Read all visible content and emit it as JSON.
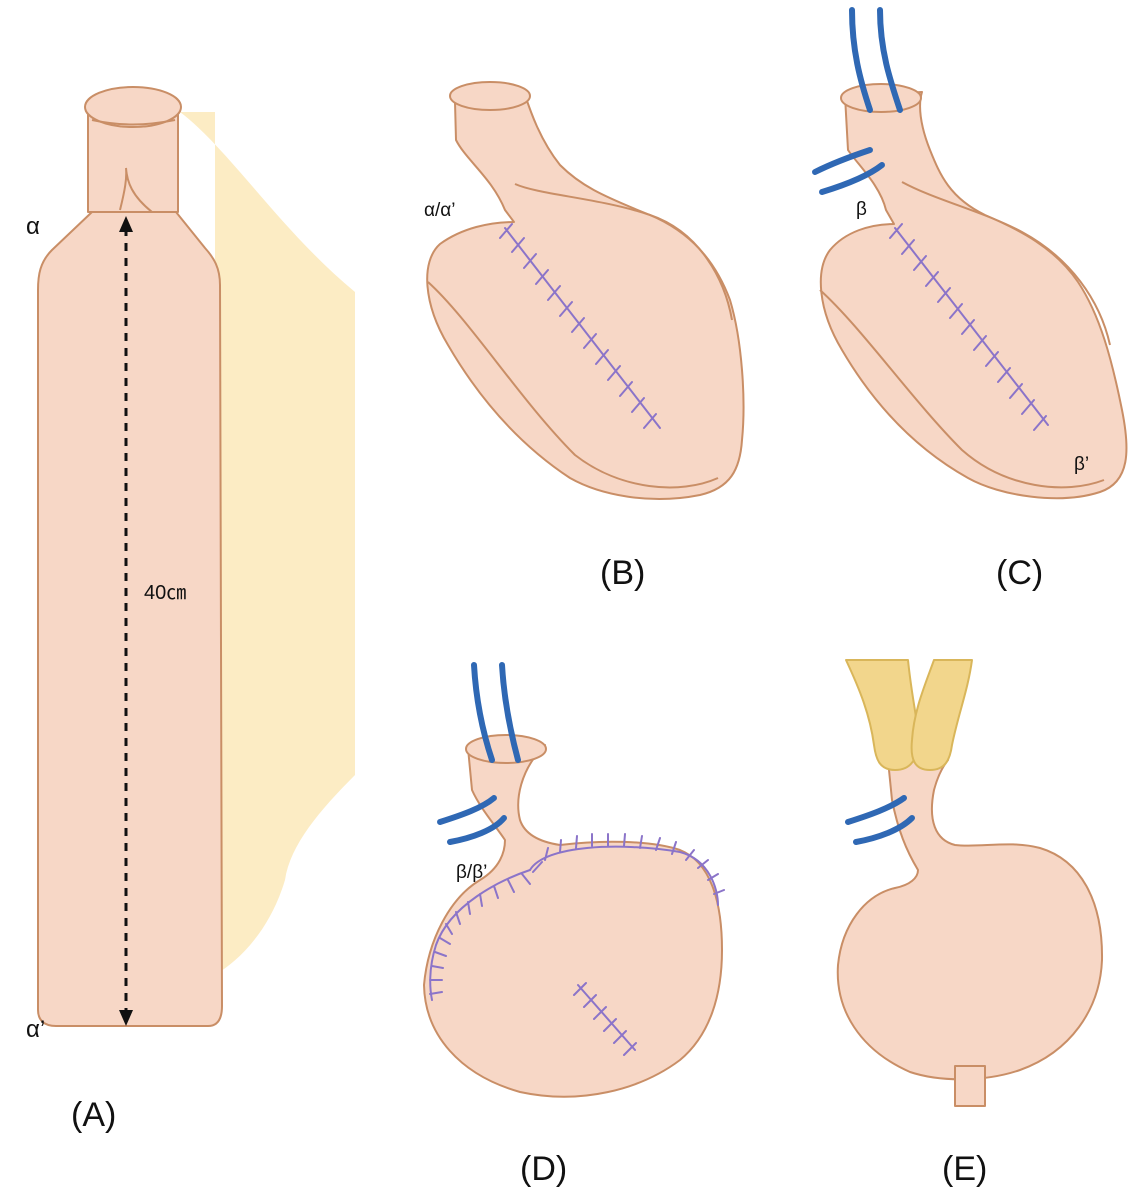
{
  "panels": {
    "a": {
      "label": "(A)",
      "top_mark": "α",
      "bottom_mark": "α’",
      "measurement": "40㎝"
    },
    "b": {
      "label": "(B)",
      "mark": "α/α’"
    },
    "c": {
      "label": "(C)",
      "mark_1": "β",
      "mark_2": "β’"
    },
    "d": {
      "label": "(D)",
      "mark": "β/β’"
    },
    "e": {
      "label": "(E)"
    }
  },
  "colors": {
    "tissue_fill": "#f7d7c6",
    "tissue_outline": "#c98e66",
    "suture": "#8b74c9",
    "tube": "#2f68b4",
    "mesentery": "#fcecc4",
    "pouch": "#f2d68c"
  }
}
